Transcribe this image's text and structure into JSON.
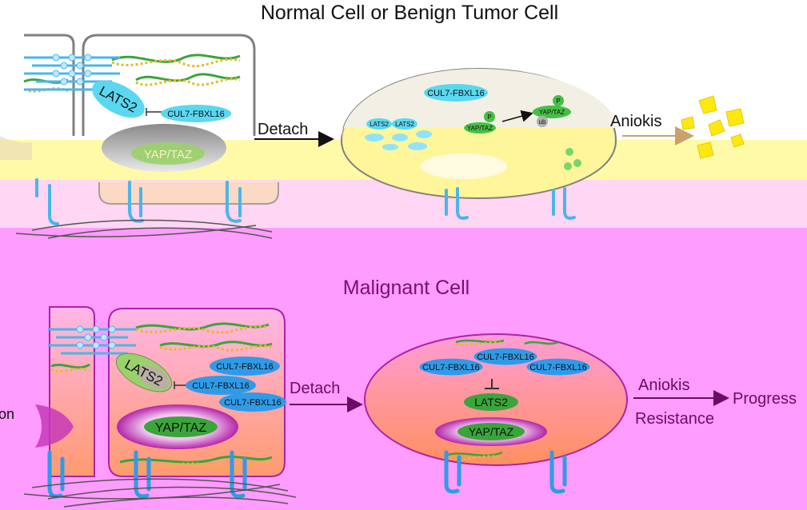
{
  "top": {
    "title": "Normal Cell or Benign Tumor Cell",
    "lats2": "LATS2",
    "cul7": "CUL7-FBXL16",
    "yap_taz": "YAP/TAZ",
    "detach": "Detach",
    "round_cul7": "CUL7-FBXL16",
    "round_lats2_a": "LATS2",
    "round_lats2_b": "LATS2",
    "round_yap_taz_small": "YAP/TAZ",
    "round_yap_taz_label": "YAP/TAZ",
    "p_label": "P",
    "ub_label": "ub",
    "anoikis": "Aniokis"
  },
  "bottom": {
    "title": "Malignant Cell",
    "left_edge_text": "on",
    "lats2": "LATS2",
    "cul7_1": "CUL7-FBXL16",
    "cul7_2": "CUL7-FBXL16",
    "cul7_3": "CUL7-FBXL16",
    "yap_taz": "YAP/TAZ",
    "detach": "Detach",
    "round_cul7_top": "CUL7-FBXL16",
    "round_cul7_left": "CUL7-FBXL16",
    "round_cul7_right": "CUL7-FBXL16",
    "round_lats2": "LATS2",
    "round_yap_taz": "YAP/TAZ",
    "anoikis": "Aniokis",
    "resistance": "Resistance",
    "progress": "Progress"
  },
  "colors": {
    "malignant_bg": "#ff9cff",
    "malignant_text": "#7a1070",
    "benign_yellow": "#fff79a",
    "cul7_blue": "#2f9be8",
    "lats2_cyan": "#5ad8f0",
    "yap_green": "#3aa53a"
  }
}
